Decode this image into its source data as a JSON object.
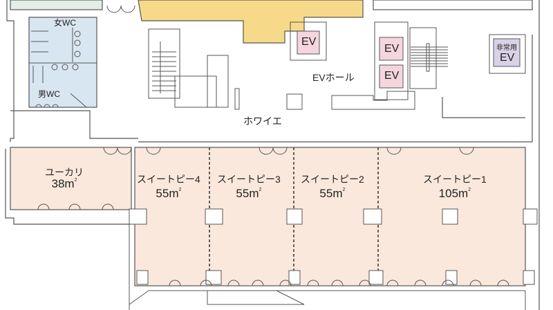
{
  "floorplan": {
    "colors": {
      "meeting_room_fill": "#fbe8dc",
      "toilet_fill": "#d8e6f2",
      "elevator_fill": "#f5d5de",
      "emergency_elevator_fill": "#d9d2e6",
      "upper_hall_fill": "#f7d98a",
      "upper_left_fill": "#e3efe6",
      "wall": "#555555"
    },
    "toilets": {
      "women": "女WC",
      "men": "男WC"
    },
    "elevators": {
      "ev1": "EV",
      "ev2": "EV",
      "ev3": "EV",
      "emergency_label": "非常用",
      "emergency_ev": "EV"
    },
    "areas": {
      "ev_hall": "EVホール",
      "foyer": "ホワイエ"
    },
    "rooms": [
      {
        "name": "ユーカリ",
        "area": "38m",
        "unit_sup": "2"
      },
      {
        "name": "スイートピー4",
        "area": "55m",
        "unit_sup": "2"
      },
      {
        "name": "スイートピー3",
        "area": "55m",
        "unit_sup": "2"
      },
      {
        "name": "スイートピー2",
        "area": "55m",
        "unit_sup": "2"
      },
      {
        "name": "スイートピー1",
        "area": "105m",
        "unit_sup": "2"
      }
    ]
  }
}
